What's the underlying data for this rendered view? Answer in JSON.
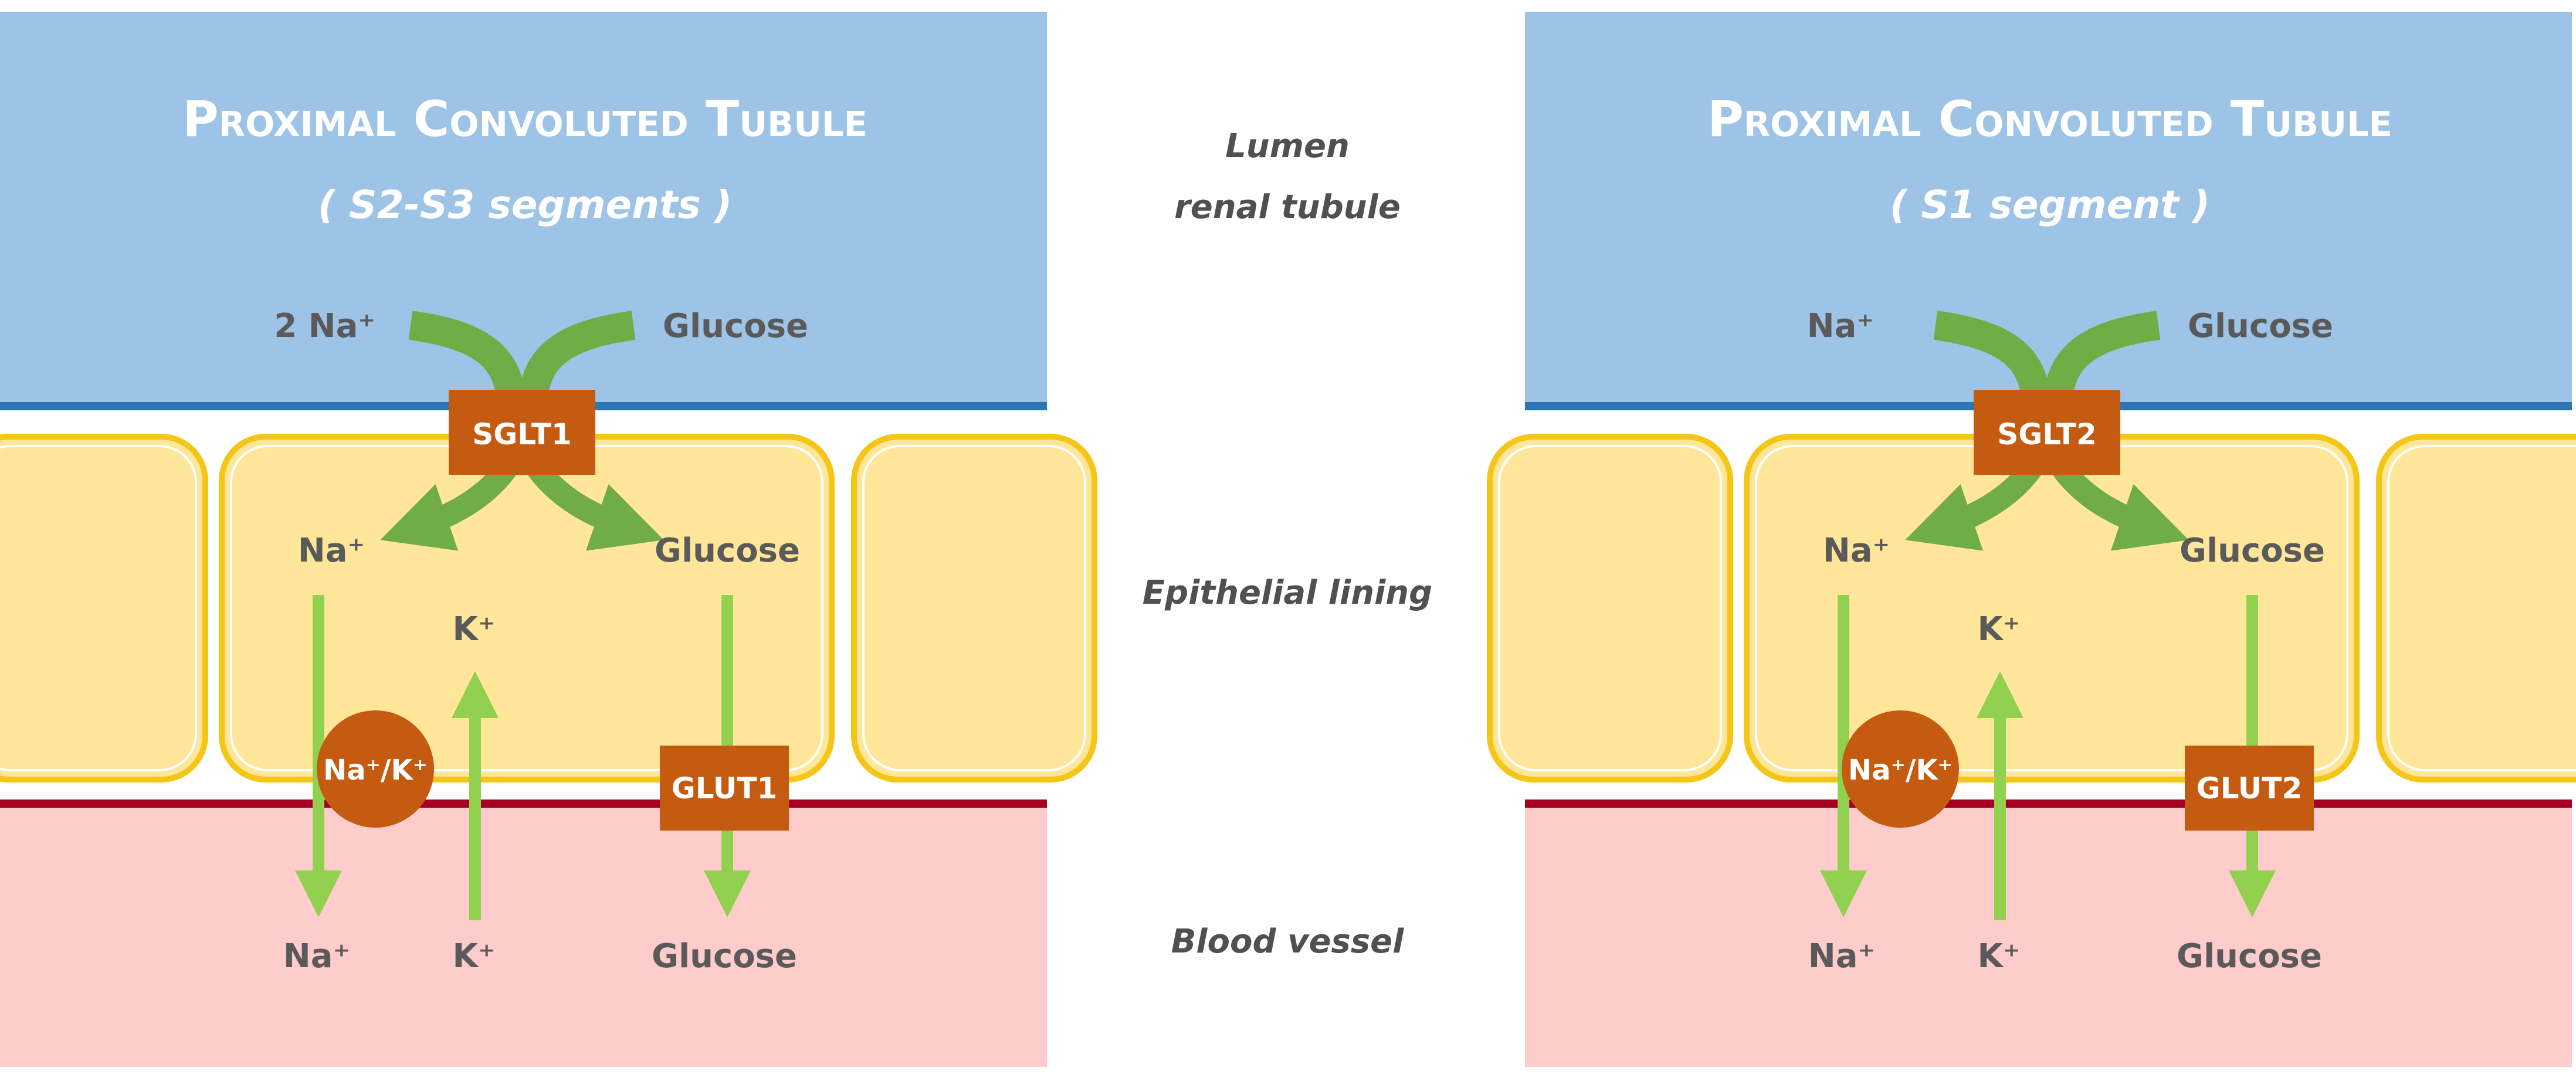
{
  "panels": [
    {
      "title": "Proximal Convoluted Tubule",
      "subtitle": "( S2-S3 segments )",
      "lumen_na": "2 Na⁺",
      "lumen_glucose": "Glucose",
      "cotransporter": "SGLT1",
      "cell_na": "Na⁺",
      "cell_glucose": "Glucose",
      "cell_k": "K⁺",
      "pump": "Na⁺/K⁺",
      "glut": "GLUT1",
      "blood_na": "Na⁺",
      "blood_k": "K⁺",
      "blood_glucose": "Glucose"
    },
    {
      "title": "Proximal Convoluted Tubule",
      "subtitle": "( S1 segment )",
      "lumen_na": "Na⁺",
      "lumen_glucose": "Glucose",
      "cotransporter": "SGLT2",
      "cell_na": "Na⁺",
      "cell_glucose": "Glucose",
      "cell_k": "K⁺",
      "pump": "Na⁺/K⁺",
      "glut": "GLUT2",
      "blood_na": "Na⁺",
      "blood_k": "K⁺",
      "blood_glucose": "Glucose"
    }
  ],
  "middle": {
    "lumen_line1": "Lumen",
    "lumen_line2": "renal tubule",
    "epithelium": "Epithelial lining",
    "blood": "Blood vessel"
  },
  "colors": {
    "lumen": "#9dc3e6",
    "lumen_border": "#2e75b6",
    "epithelium": "#ffe699",
    "cell_border": "#f5c518",
    "blood": "#ffcccc",
    "blood_border": "#a50021",
    "transporter": "#c55a11",
    "arrow_light": "#92d050",
    "arrow_dark": "#70ad47"
  }
}
